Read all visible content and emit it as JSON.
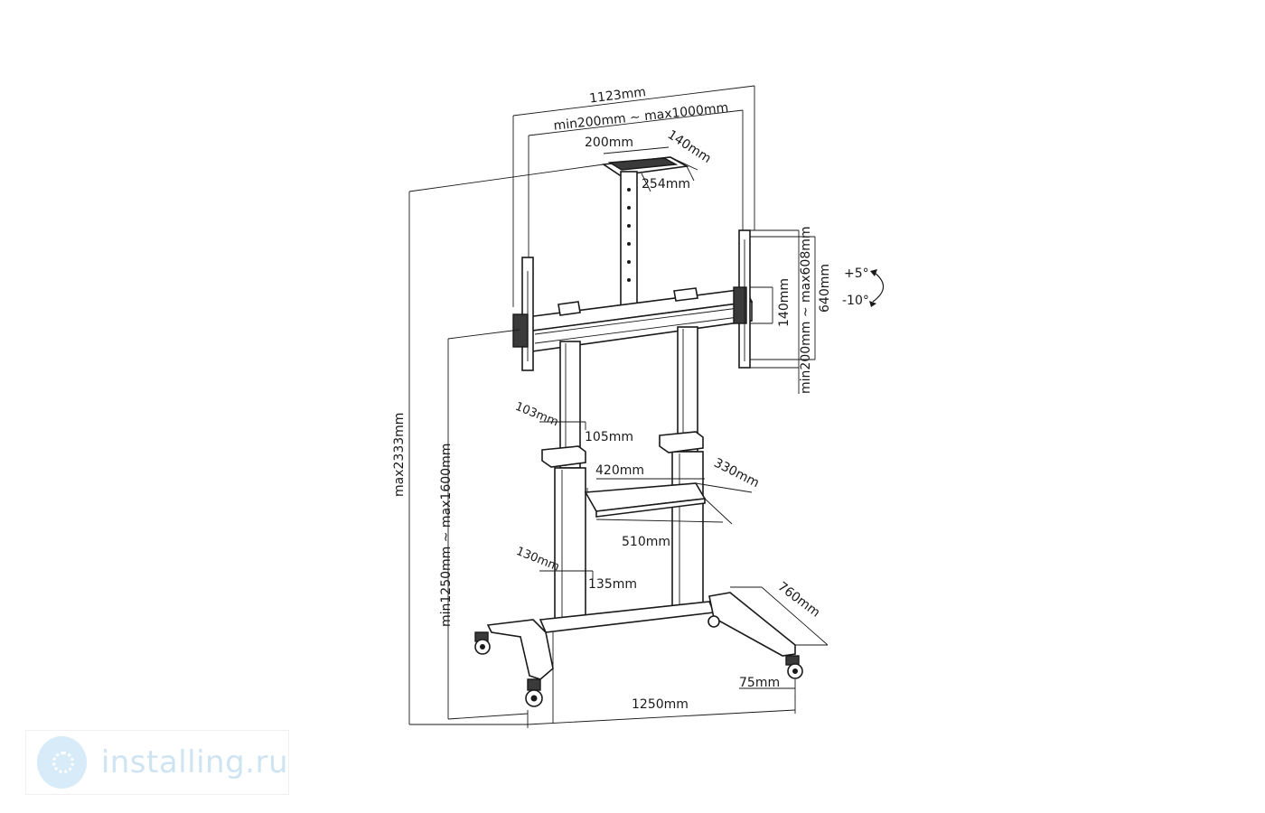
{
  "labels": {
    "overall_width": "1123mm",
    "vesa_width": "min200mm ~ max1000mm",
    "top_plate_w": "200mm",
    "top_plate_d": "140mm",
    "top_plate_h": "254mm",
    "vesa_height": "min200mm ~ max608mm",
    "bracket_width": "140mm",
    "bracket_height": "640mm",
    "tilt_up": "+5°",
    "tilt_down": "-10°",
    "total_height": "max2333mm",
    "center_height": "min1250mm ~ max1600mm",
    "column_upper_d": "103mm",
    "column_upper_w": "105mm",
    "shelf_w": "420mm",
    "shelf_d": "330mm",
    "shelf_outer": "510mm",
    "column_lower_d": "130mm",
    "column_lower_w": "135mm",
    "base_depth": "760mm",
    "caster_offset": "75mm",
    "base_width": "1250mm"
  },
  "watermark": {
    "text": "installing.ru",
    "logo_icon": "installing-logo-icon"
  }
}
